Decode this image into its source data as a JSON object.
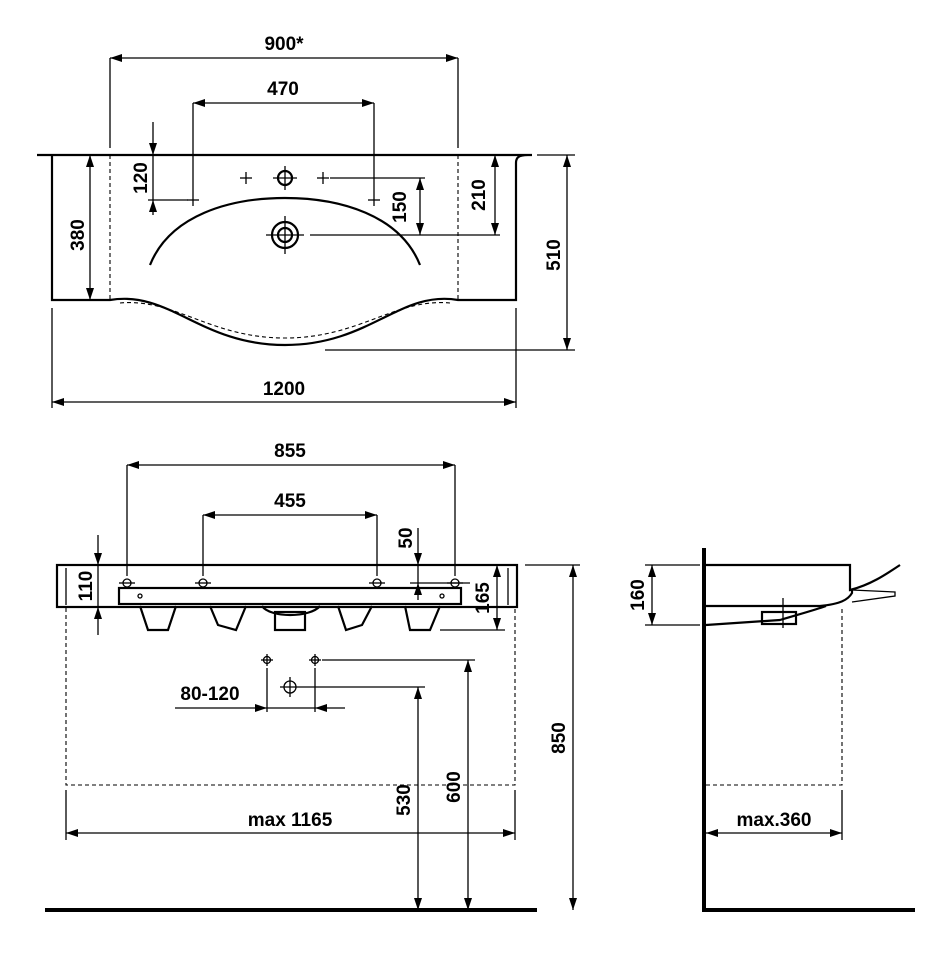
{
  "top_view": {
    "dim_width_inner": "900*",
    "dim_tap_spacing": "470",
    "dim_120": "120",
    "dim_150": "150",
    "dim_210": "210",
    "dim_380": "380",
    "dim_510": "510",
    "dim_width_total": "1200"
  },
  "front_view": {
    "dim_855": "855",
    "dim_455": "455",
    "dim_50": "50",
    "dim_110": "110",
    "dim_165": "165",
    "dim_80_120": "80-120",
    "dim_530": "530",
    "dim_600": "600",
    "dim_850": "850",
    "dim_max_width": "max 1165"
  },
  "side_view": {
    "dim_160": "160",
    "dim_max_depth": "max.360"
  }
}
